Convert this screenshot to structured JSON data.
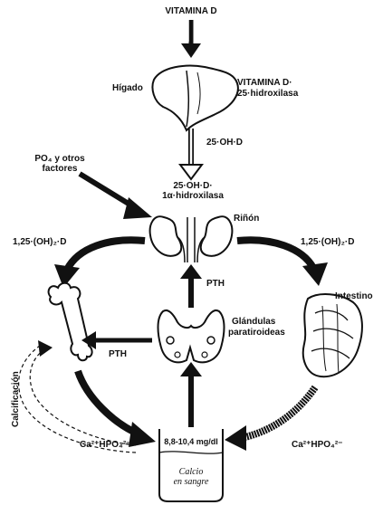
{
  "labels": {
    "vitamina_d": "VITAMINA D",
    "higado": "Hígado",
    "hydroxylase_25_line1": "VITAMINA D·",
    "hydroxylase_25_line2": "25·hidroxilasa",
    "oh_d_25": "25·OH·D",
    "po4_line1": "PO₄ y otros",
    "po4_line2": "factores",
    "hydroxylase_1a_line1": "25·OH·D·",
    "hydroxylase_1a_line2": "1α·hidroxilasa",
    "rinon": "Riñón",
    "calcitriol_left": "1,25·(OH)₂·D",
    "calcitriol_right": "1,25·(OH)₂·D",
    "pth_up": "PTH",
    "pth_left": "PTH",
    "intestino": "Intestino",
    "glandulas_line1": "Glándulas",
    "glandulas_line2": "paratiroideas",
    "calcificacion": "Calcificación",
    "calcio_range": "8,8-10,4 mg/dl",
    "calcio_line1": "Calcio",
    "calcio_line2": "en sangre",
    "ion_left": "Ca²⁺HPO₄²⁻",
    "ion_right": "Ca²⁺HPO₄²⁻"
  },
  "colors": {
    "ink": "#111111",
    "paper": "#ffffff"
  }
}
